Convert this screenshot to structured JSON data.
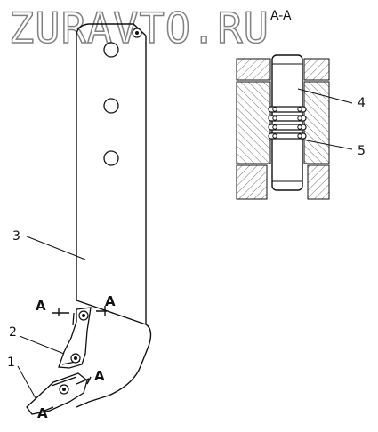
{
  "watermark": "ZURAVTO.RU",
  "section_title": "A-A",
  "callouts": {
    "c1": "1",
    "c2": "2",
    "c3": "3",
    "c4": "4",
    "c5": "5"
  },
  "section_marks": {
    "upper_left": "A",
    "upper_right": "A",
    "lower_right": "A",
    "lower_left": "A"
  }
}
